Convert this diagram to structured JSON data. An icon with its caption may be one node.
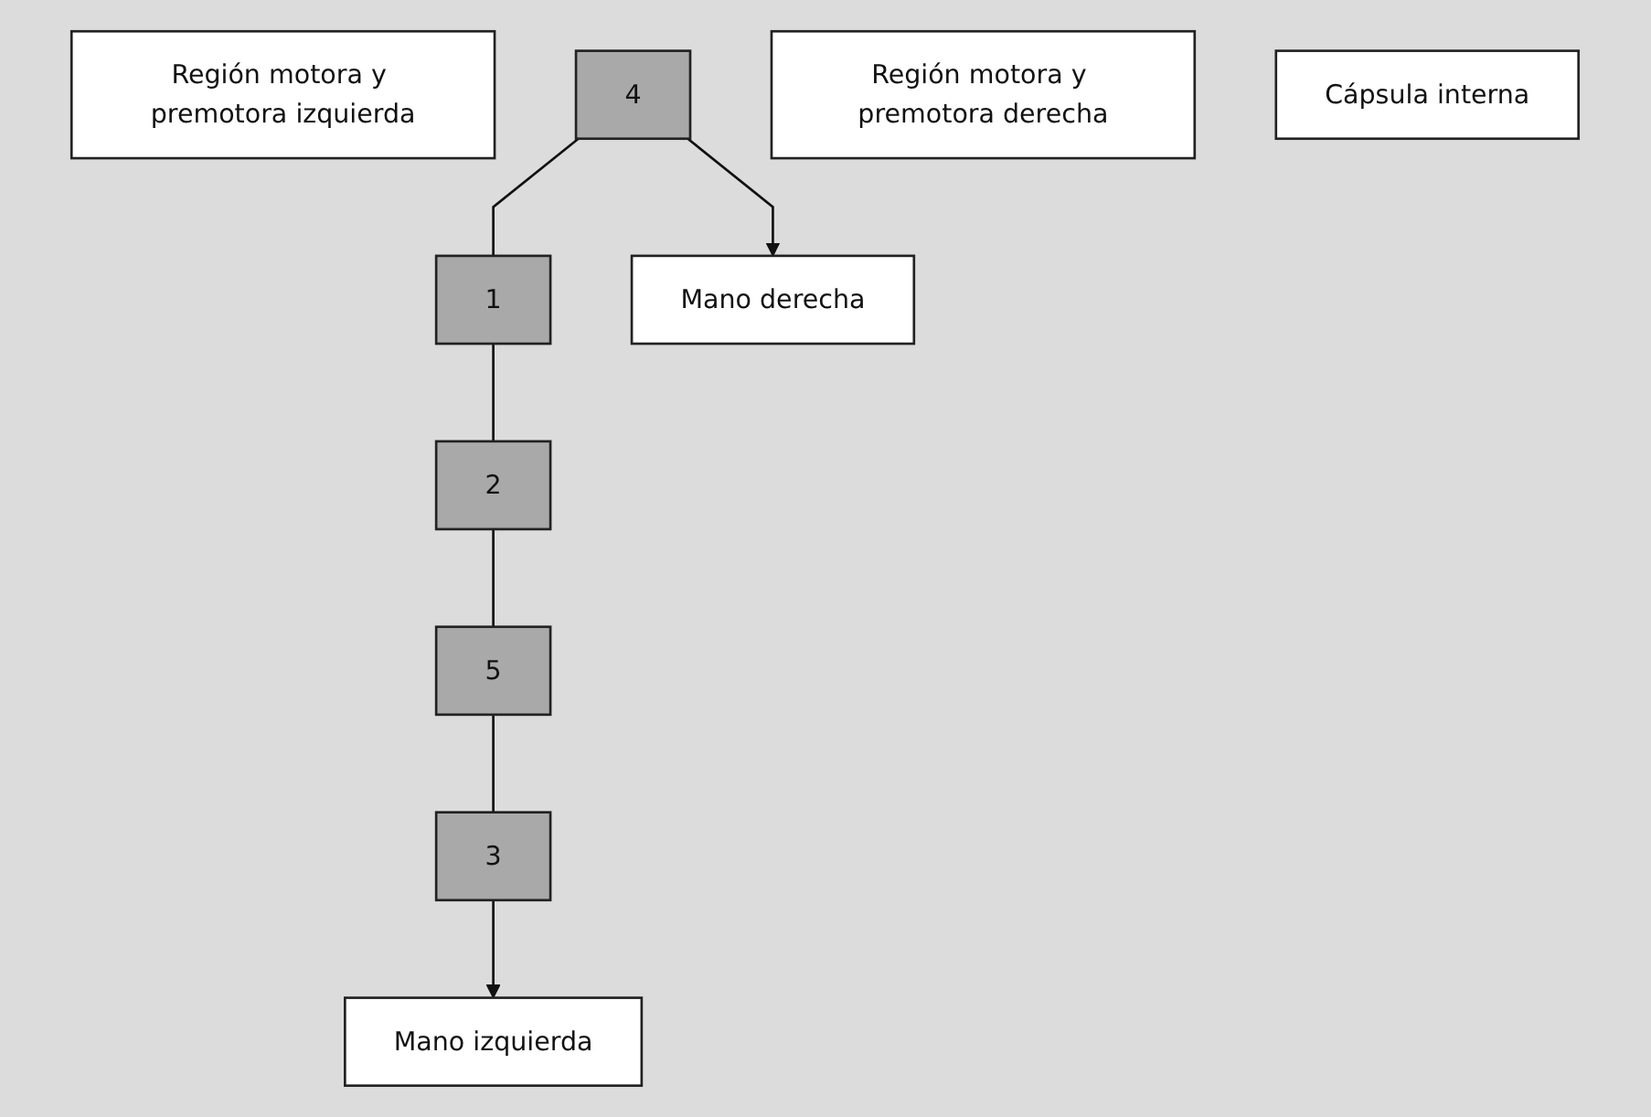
{
  "diagram": {
    "nodes": [
      {
        "text": [
          "Región motora y premotora izquierda"
        ]
      },
      {
        "text": [
          "4"
        ]
      },
      {
        "text": [
          "1"
        ]
      },
      {
        "text": [
          "2"
        ]
      },
      {
        "text": [
          "Región motora y premotora derecha"
        ]
      },
      {
        "text": [
          "5"
        ]
      },
      {
        "text": [
          "3"
        ]
      },
      {
        "text": [
          "Cápsula interna"
        ]
      },
      {
        "text": [
          "Mano izquierda"
        ]
      },
      {
        "text": [
          "Mano derecha"
        ]
      }
    ],
    "edges": [
      {
        "from": 1,
        "to": 2,
        "arrow": "none"
      },
      {
        "from": 2,
        "to": 3,
        "arrow": "none"
      },
      {
        "from": 3,
        "to": 5,
        "arrow": "none"
      },
      {
        "from": 5,
        "to": 6,
        "arrow": "none"
      },
      {
        "from": 6,
        "to": 8,
        "arrow": "to"
      },
      {
        "from": 1,
        "to": 9,
        "arrow": "to"
      }
    ]
  }
}
